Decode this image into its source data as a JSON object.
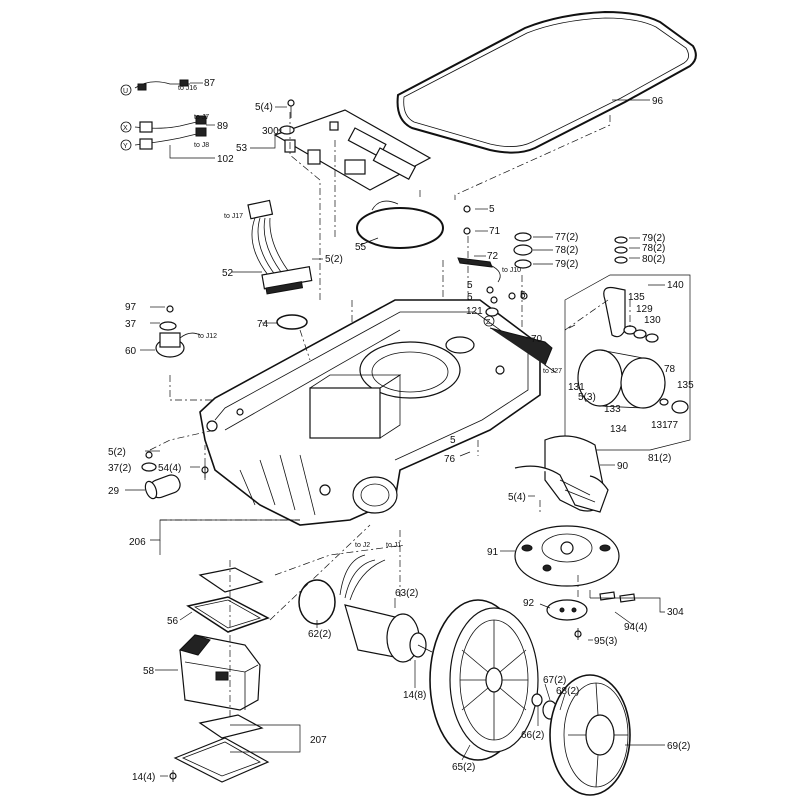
{
  "labels": {
    "l87": "87",
    "l89": "89",
    "l102": "102",
    "l96": "96",
    "l5a": "5(4)",
    "l300": "300",
    "l53": "53",
    "l5b": "5",
    "l71": "71",
    "l72": "72",
    "l77": "77(2)",
    "l78": "78(2)",
    "l79": "79(2)",
    "l79b": "79(2)",
    "l78b": "78(2)",
    "l80": "80(2)",
    "l55": "55",
    "l52": "52",
    "l5c": "5(2)",
    "l74": "74",
    "l97": "97",
    "l37": "37",
    "l60": "60",
    "l5d": "5",
    "l5e": "5",
    "l5f": "5",
    "l121": "121",
    "l70": "70",
    "l140": "140",
    "l135": "135",
    "l129": "129",
    "l130": "130",
    "l131": "131",
    "l53b": "5(3)",
    "l133": "133",
    "l134": "134",
    "l131b": "131",
    "l77b": "77",
    "l78c": "78",
    "l135b": "135",
    "l81": "81(2)",
    "l5g": "5(2)",
    "l37b": "37(2)",
    "l54": "54(4)",
    "l29": "29",
    "l5h": "5",
    "l76": "76",
    "l90": "90",
    "l5i": "5(4)",
    "l206": "206",
    "l91": "91",
    "l92": "92",
    "l304": "304",
    "l94": "94(4)",
    "l95": "95(3)",
    "l63": "63(2)",
    "l62": "62(2)",
    "l56": "56",
    "l58": "58",
    "l14a": "14(8)",
    "l67": "67(2)",
    "l68": "68(2)",
    "l66": "66(2)",
    "l69": "69(2)",
    "l65": "65(2)",
    "l207": "207",
    "l14b": "14(4)"
  },
  "small": {
    "toJ16": "to J16",
    "toJ7": "to J7",
    "toJ8": "to J8",
    "toJ17": "to J17",
    "toJ12": "to J12",
    "toJ10": "to J10",
    "toJ27": "to J27",
    "toJ2": "to J2",
    "toJ1": "to J1",
    "cU": "U",
    "cX": "X",
    "cY": "Y",
    "cZ": "Z"
  }
}
